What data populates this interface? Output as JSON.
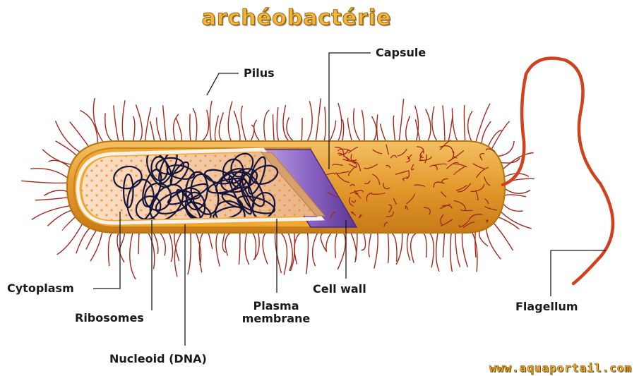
{
  "title": "archéobactérie",
  "footer": "www.aquaportail.com",
  "labels": {
    "pilus": "Pilus",
    "capsule": "Capsule",
    "cytoplasm": "Cytoplasm",
    "ribosomes": "Ribosomes",
    "nucleoid": "Nucleoid (DNA)",
    "plasma_membrane_line1": "Plasma",
    "plasma_membrane_line2": "membrane",
    "cell_wall": "Cell wall",
    "flagellum": "Flagellum"
  },
  "colors": {
    "capsule": "#e8a23a",
    "cell_wall": "#7b4fb0",
    "cytoplasm": "#f5c9a3",
    "pili": "#a3271a",
    "flagellum": "#d2411f",
    "dna": "#14143c",
    "title": "#f2b43a"
  }
}
